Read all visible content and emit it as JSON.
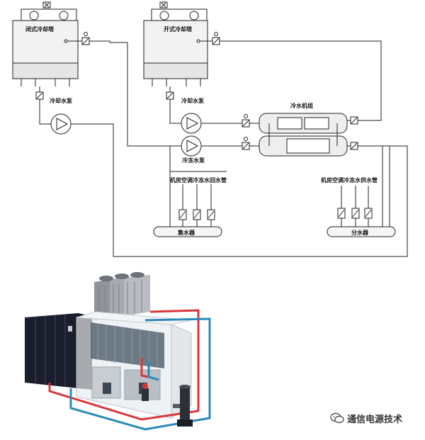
{
  "schematic": {
    "closed_tower_label": "闭式冷却塔",
    "open_tower_label": "开式冷却塔",
    "cooling_pump_label_left": "冷却水泵",
    "cooling_pump_label_right": "冷却水泵",
    "chilled_pump_label": "冷冻水泵",
    "chiller_label": "冷水机组",
    "return_pipe_label": "机房空调冷冻水回水管",
    "supply_pipe_label": "机房空调冷冻水供水管",
    "collector_label": "集水器",
    "distributor_label": "分水器"
  },
  "watermark": {
    "text": "通信电源技术",
    "icon": "wechat-icon"
  },
  "colors": {
    "pipe_line": "#222222",
    "supply_pipe": "#d9373a",
    "return_pipe": "#2b8ab8"
  }
}
